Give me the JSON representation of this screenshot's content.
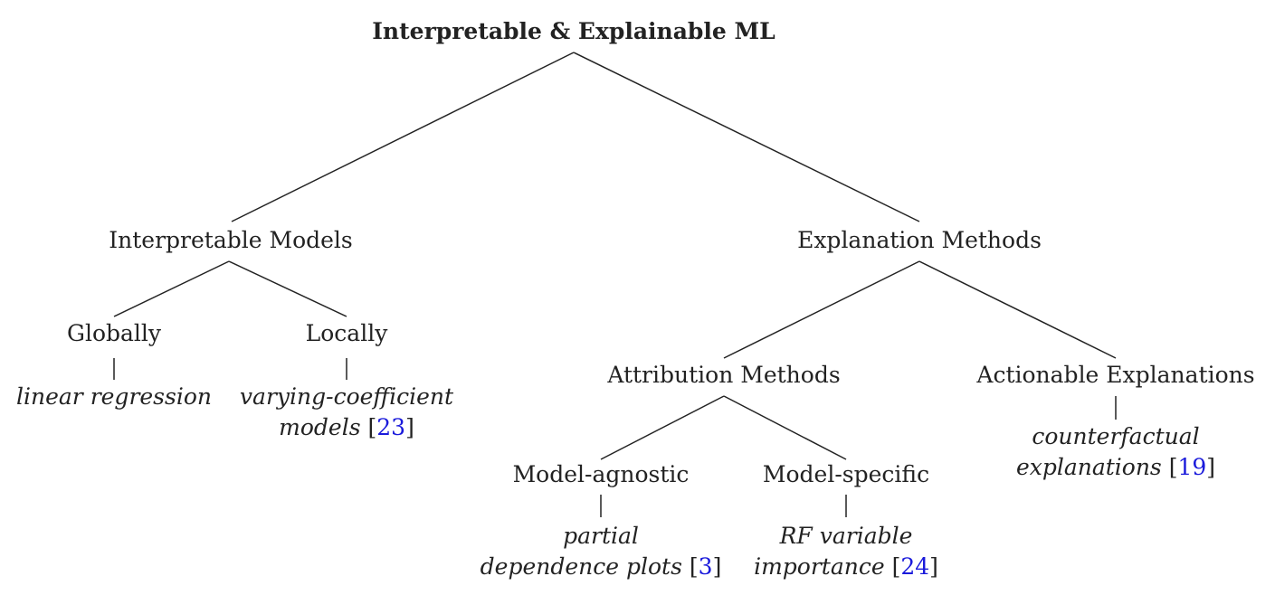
{
  "colors": {
    "line": "#222222",
    "text": "#222222",
    "citation": "#1a1adb"
  },
  "root": {
    "label": "Interpretable & Explainable ML"
  },
  "interpretable_models": {
    "label": "Interpretable Models",
    "globally": {
      "label": "Globally",
      "example": "linear regression"
    },
    "locally": {
      "label": "Locally",
      "example_line1": "varying-coefficient",
      "example_line2": "models",
      "citation": "23"
    }
  },
  "explanation_methods": {
    "label": "Explanation Methods",
    "attribution": {
      "label": "Attribution Methods",
      "agnostic": {
        "label": "Model-agnostic",
        "example_line1": "partial",
        "example_line2": "dependence plots",
        "citation": "3"
      },
      "specific": {
        "label": "Model-specific",
        "example_line1": "RF variable",
        "example_line2": "importance",
        "citation": "24"
      }
    },
    "actionable": {
      "label": "Actionable Explanations",
      "example_line1": "counterfactual",
      "example_line2": "explanations",
      "citation": "19"
    }
  }
}
